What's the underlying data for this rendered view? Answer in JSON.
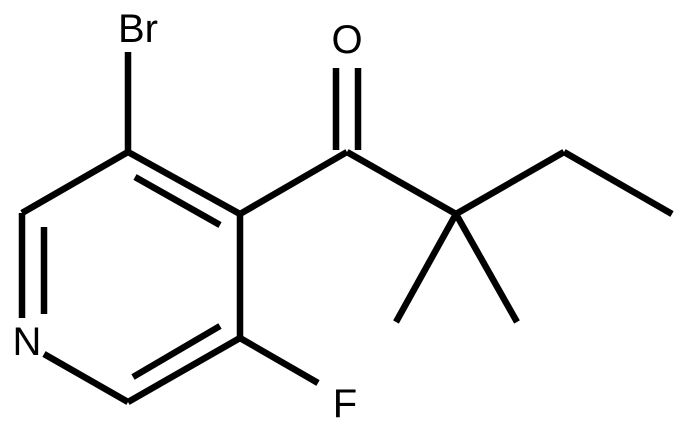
{
  "molecule": {
    "atom_labels": {
      "bromine": "Br",
      "oxygen": "O",
      "nitrogen": "N",
      "fluorine": "F"
    },
    "colors": {
      "bond": "#000000",
      "label": "#000000",
      "background": "#ffffff"
    }
  }
}
